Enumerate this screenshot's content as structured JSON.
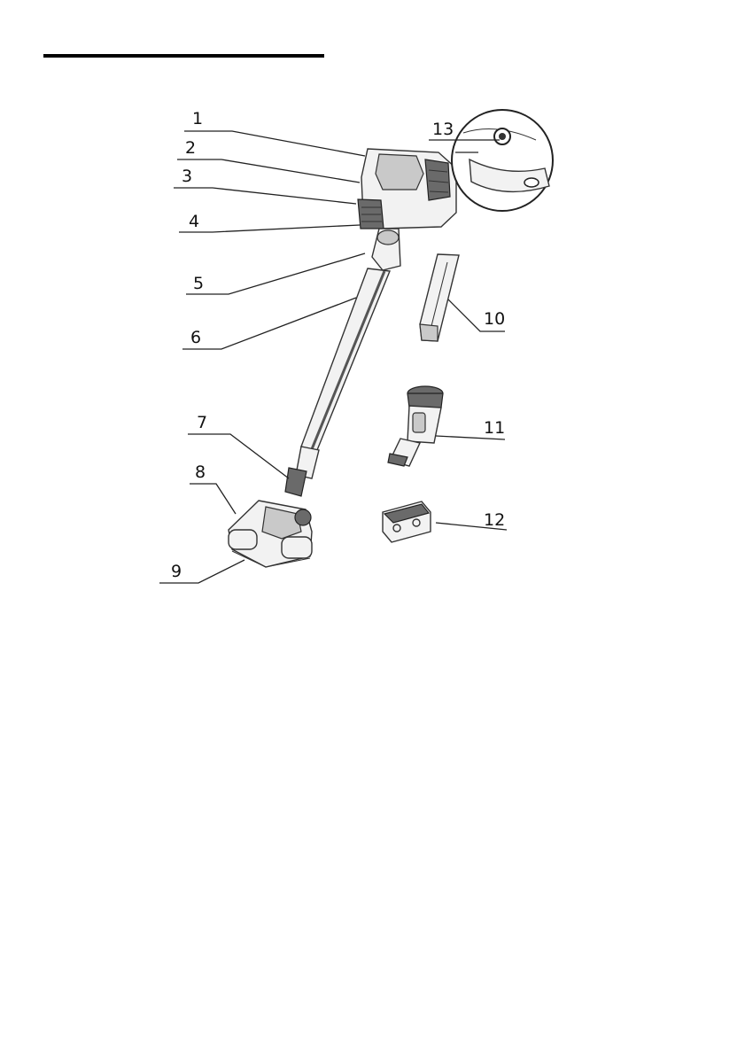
{
  "callouts": [
    "1",
    "2",
    "3",
    "4",
    "5",
    "6",
    "7",
    "8",
    "9",
    "10",
    "11",
    "12",
    "13"
  ],
  "icons": {
    "vacuum": "stick-vacuum-cleaner",
    "crevice": "crevice-tool",
    "brush": "brush-tool",
    "mount": "wall-mount-bracket",
    "detail": "charging-port-detail"
  }
}
